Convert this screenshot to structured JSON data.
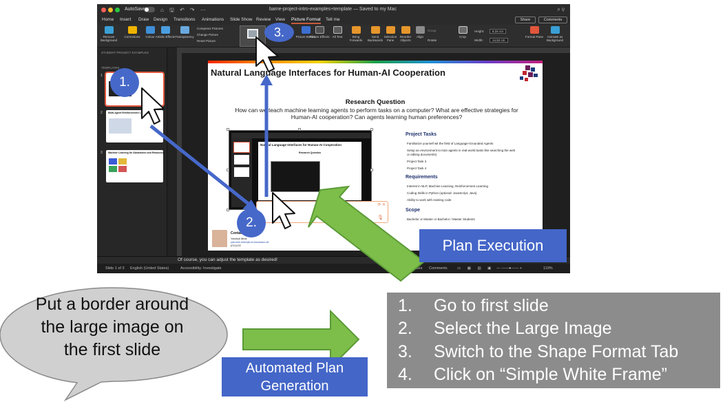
{
  "ppt": {
    "autosave_label": "AutoSave",
    "toggle_label": "OFF",
    "doc_title": "bame-project-intro-examples+template — Saved to my Mac",
    "tabs": [
      "Home",
      "Insert",
      "Draw",
      "Design",
      "Transitions",
      "Animations",
      "Slide Show",
      "Review",
      "View",
      "Picture Format",
      "Tell me"
    ],
    "active_tab": "Picture Format",
    "share": "Share",
    "comments": "Comments",
    "ribbon": {
      "remove_bg": "Remove Background",
      "corrections": "Corrections",
      "colour": "Colour",
      "artistic": "Artistic Effects",
      "transparency": "Transparency",
      "compress": "Compress Pictures",
      "change": "Change Picture",
      "reset": "Reset Picture",
      "border": "Picture Border",
      "effects": "Picture Effects",
      "alt_text": "Alt Text",
      "bring_fwd": "Bring Forwards",
      "send_back": "Send Backwards",
      "sel_pane": "Selection Pane",
      "reorder": "Reorder Objects",
      "align": "Align",
      "group": "Group",
      "rotate": "Rotate",
      "crop": "Crop",
      "height_label": "Height:",
      "height_val": "8,34 cm",
      "width_label": "Width:",
      "width_val": "14,52 cm",
      "format_pane": "Format Pane",
      "animate_bg": "Animate as Background"
    },
    "left_pane": {
      "section1": "STUDENT PROJECT EXAMPLES",
      "section2": "TEMPLATES",
      "thumbs": [
        {
          "num": "1",
          "title": ""
        },
        {
          "num": "2",
          "title": "Multi-Agent Reinforcement Learning"
        },
        {
          "num": "3",
          "title": "Machine Learning for Abstraction and Reasoning"
        }
      ]
    },
    "slide": {
      "title": "Natural Language Interfaces for Human-AI Cooperation",
      "rq_heading": "Research Question",
      "rq_text": "How can we teach machine learning agents to perform tasks on a computer? What are effective strategies for Human-AI cooperation? Can agents learning human preferences?",
      "tasks_heading": "Project Tasks",
      "tasks": [
        "Familiarize yourself wit the field of  Language-Grounded Agents",
        "Setup an environment to train agents in real-world tasks like searching the web",
        "or editing documents)",
        "Project Task 3",
        "Project Task 4"
      ],
      "req_heading": "Requirements",
      "reqs": [
        "Interest in NLP, Machine Learning, Reinforcement Learning",
        "Coding Skills in Python (optional: JavaScript, Java)",
        "Ability to work with existing code"
      ],
      "scope_heading": "Scope",
      "scope": "Bachelor or Master or Bachelor / Master Students",
      "contact_label": "Contact",
      "contact_name": "Yannick Metz",
      "contact_email": "yannick.metz@uni-konstanz.de",
      "contact_phone": "(07)1/22",
      "inner_title": "Natural Language Interfaces for Human-AI Cooperation",
      "inner_rq": "Research Question"
    },
    "notes_text": "Of course, you can adjust the template as desired!",
    "status": {
      "slide": "Slide 1 of 3",
      "lang": "English (United States)",
      "access": "Accessibility: Investigate",
      "notes": "Notes",
      "comments": "Comments",
      "zoom": "119%"
    }
  },
  "badges": {
    "one": "1.",
    "two": "2.",
    "three": "3."
  },
  "plan_execution": "Plan Execution",
  "speech_bubble": "Put a border around the large image on the first slide",
  "automated_plan": "Automated Plan Generation",
  "plan_steps": [
    {
      "num": "1.",
      "text": "Go to first slide"
    },
    {
      "num": "2.",
      "text": "Select the Large Image"
    },
    {
      "num": "3.",
      "text": "Switch to the Shape Format Tab"
    },
    {
      "num": "4.",
      "text": "Click on “Simple White Frame”"
    }
  ],
  "colors": {
    "badge_blue": "#4668c9",
    "box_blue": "#4466c8",
    "green_arrow": "#7dbd4a",
    "green_border": "#5a9a36",
    "plan_gray": "#8c8c8c",
    "bubble_gray": "#d0d0d0"
  }
}
